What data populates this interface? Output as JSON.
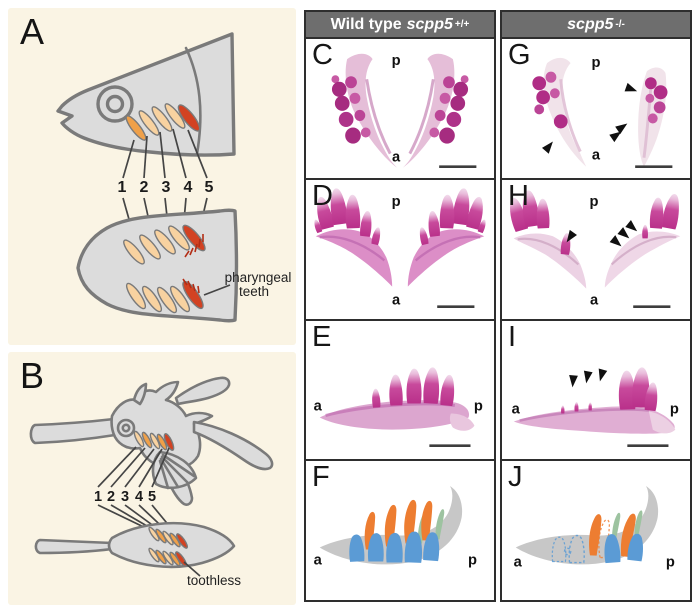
{
  "colors": {
    "page_bg": "#ffffff",
    "cream_bg": "#faf4e4",
    "header_bg": "#6e6e6e",
    "header_text": "#ffffff",
    "panel_border": "#2e2e2e",
    "outline_gray": "#7a7a7a",
    "body_gray": "#dcdcdc",
    "arch_pale": "#f8d2a0",
    "arch_orange": "#efa049",
    "arch_red": "#d24222",
    "stain_dark": "#a62c80",
    "stain_mid": "#c75aa4",
    "tooth_blue": "#5b9bd5",
    "tooth_orange": "#ed7d31",
    "tooth_green": "#9dc3a0",
    "jaw_gray": "#c7c7c7"
  },
  "left_column": {
    "panel_a": {
      "label": "A",
      "arch_numbers": [
        "1",
        "2",
        "3",
        "4",
        "5"
      ],
      "annotation_line1": "pharyngeal",
      "annotation_line2": "teeth"
    },
    "panel_b": {
      "label": "B",
      "arch_numbers": [
        "1",
        "2",
        "3",
        "4",
        "5"
      ],
      "annotation": "toothless"
    }
  },
  "right_grid": {
    "wildtype": {
      "header": {
        "prefix": "Wild type",
        "gene": "scpp5",
        "genotype_sup": "+/+"
      },
      "panels": {
        "c": {
          "label": "C",
          "posterior": "p",
          "anterior": "a",
          "scale_bar": true,
          "arrowheads": 0
        },
        "d": {
          "label": "D",
          "posterior": "p",
          "anterior": "a",
          "scale_bar": true,
          "arrowheads": 0
        },
        "e": {
          "label": "E",
          "posterior": "p",
          "anterior": "a",
          "scale_bar": true,
          "arrowheads": 0
        },
        "f": {
          "label": "F",
          "posterior": "p",
          "anterior": "a",
          "scale_bar": false,
          "arrowheads": 0
        }
      }
    },
    "mutant": {
      "header": {
        "prefix": "",
        "gene": "scpp5",
        "genotype_sup": "-/-"
      },
      "panels": {
        "g": {
          "label": "G",
          "posterior": "p",
          "anterior": "a",
          "scale_bar": true,
          "arrowheads": 4
        },
        "h": {
          "label": "H",
          "posterior": "p",
          "anterior": "a",
          "scale_bar": true,
          "arrowheads": 4
        },
        "i": {
          "label": "I",
          "posterior": "p",
          "anterior": "a",
          "scale_bar": true,
          "arrowheads": 3
        },
        "j": {
          "label": "J",
          "posterior": "p",
          "anterior": "a",
          "scale_bar": false,
          "arrowheads": 0
        }
      }
    }
  }
}
